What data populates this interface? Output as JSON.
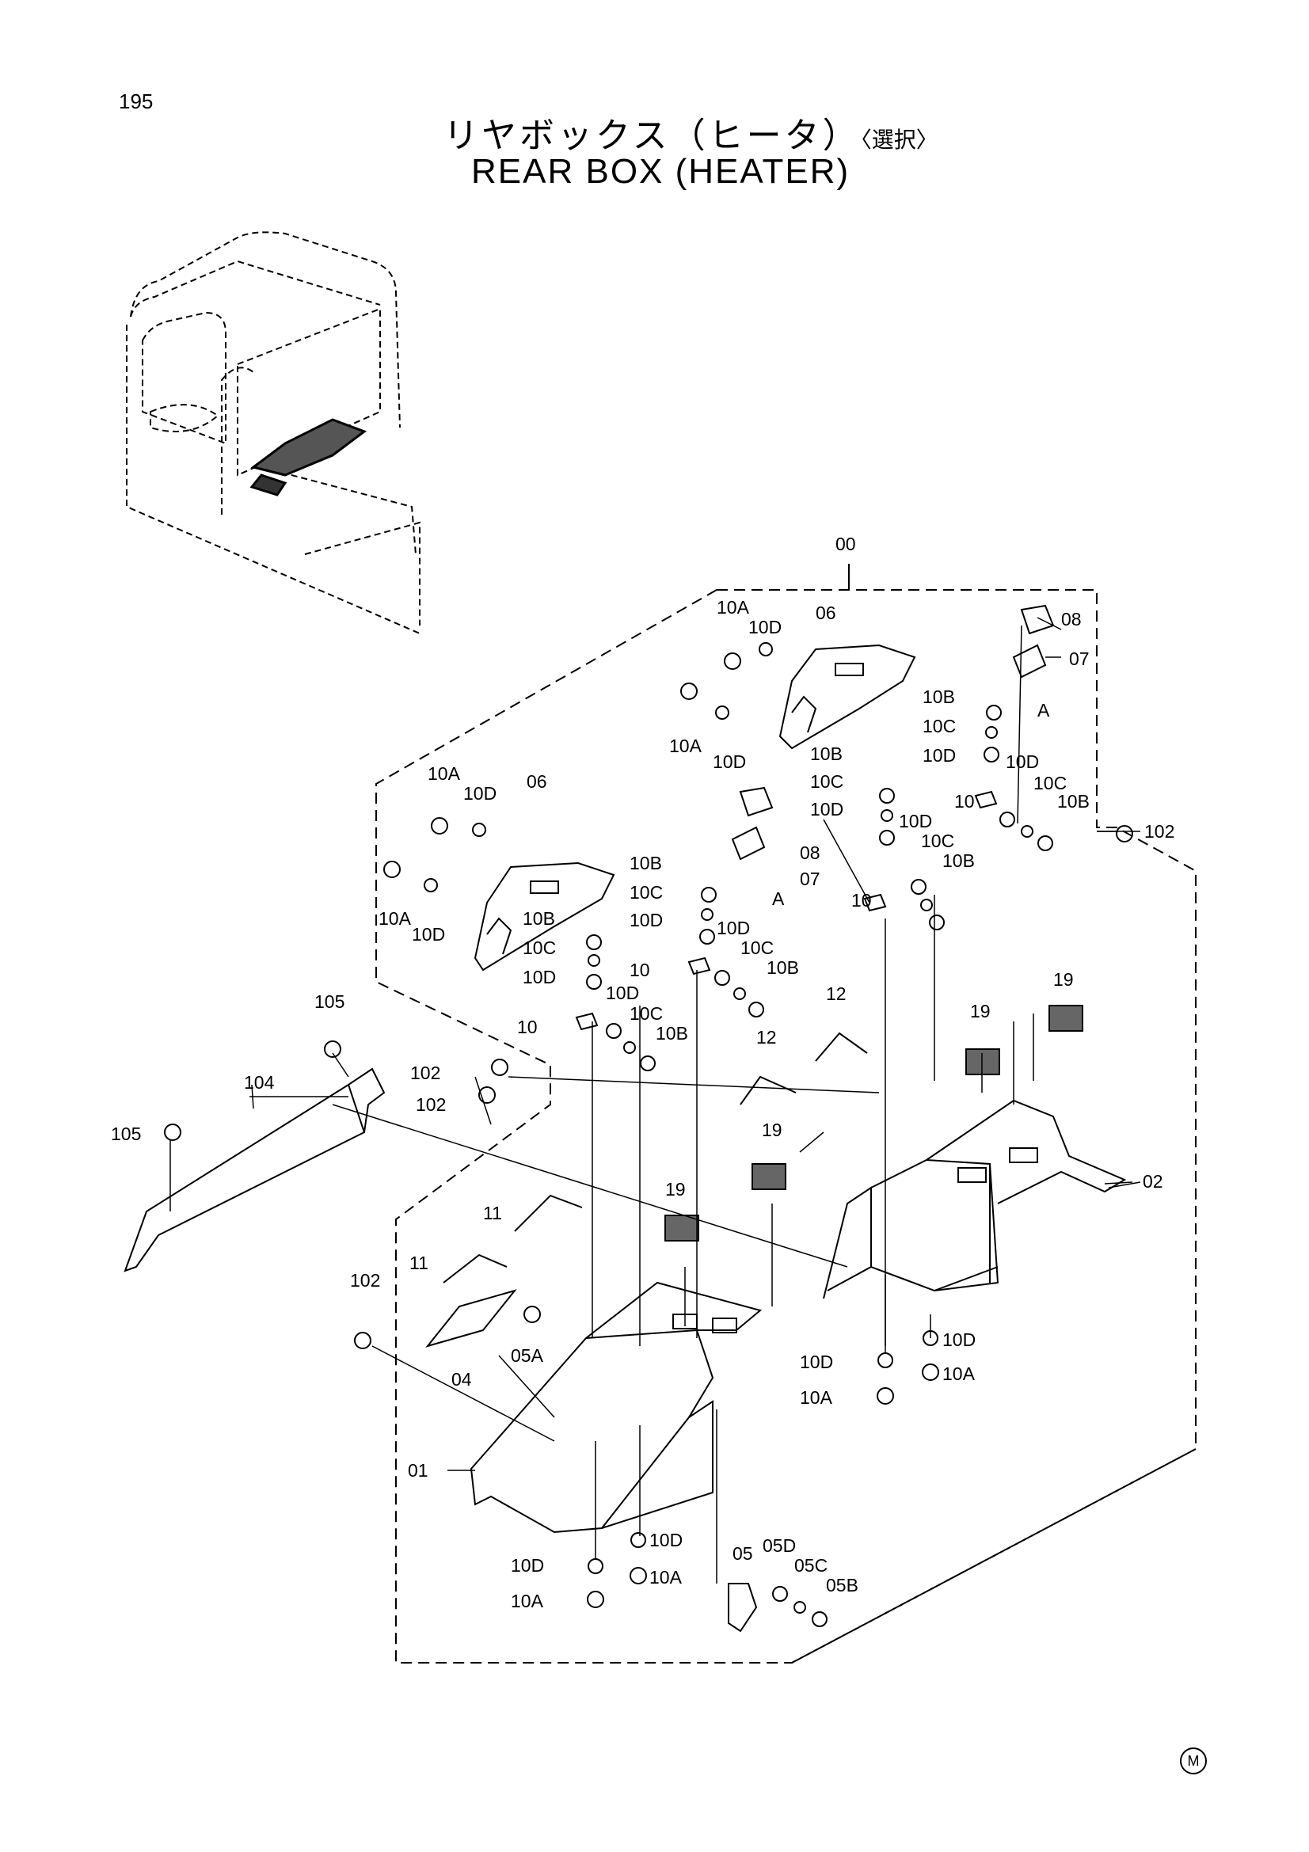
{
  "page_number": "195",
  "title_jp": "リヤボックス（ヒータ）",
  "title_jp_sub": "〈選択〉",
  "title_en": "REAR BOX (HEATER)",
  "footer_mark": "M",
  "callouts": {
    "c00": "00",
    "c01": "01",
    "c02": "02",
    "c04": "04",
    "c05": "05",
    "c05A": "05A",
    "c05B": "05B",
    "c05C": "05C",
    "c05D": "05D",
    "c06a": "06",
    "c06b": "06",
    "c07a": "07",
    "c07b": "07",
    "c08a": "08",
    "c08b": "08",
    "c10a": "10",
    "c10b": "10",
    "c10c": "10",
    "c10d": "10",
    "c10A_1": "10A",
    "c10A_2": "10A",
    "c10A_3": "10A",
    "c10A_4": "10A",
    "c10A_5": "10A",
    "c10A_6": "10A",
    "c10A_7": "10A",
    "c10B_1": "10B",
    "c10B_2": "10B",
    "c10B_3": "10B",
    "c10B_4": "10B",
    "c10B_5": "10B",
    "c10B_6": "10B",
    "c10B_7": "10B",
    "c10B_8": "10B",
    "c10C_1": "10C",
    "c10C_2": "10C",
    "c10C_3": "10C",
    "c10C_4": "10C",
    "c10C_5": "10C",
    "c10C_6": "10C",
    "c10C_7": "10C",
    "c10C_8": "10C",
    "c10D_1": "10D",
    "c10D_2": "10D",
    "c10D_3": "10D",
    "c10D_4": "10D",
    "c10D_5": "10D",
    "c10D_6": "10D",
    "c10D_7": "10D",
    "c10D_8": "10D",
    "c10D_9": "10D",
    "c10D_10": "10D",
    "c10D_11": "10D",
    "c10D_12": "10D",
    "c10D_13": "10D",
    "c10D_14": "10D",
    "c10D_15": "10D",
    "c10D_16": "10D",
    "c11a": "11",
    "c11b": "11",
    "c12a": "12",
    "c12b": "12",
    "c19a": "19",
    "c19b": "19",
    "c19c": "19",
    "c19d": "19",
    "c102a": "102",
    "c102b": "102",
    "c102c": "102",
    "c102d": "102",
    "c104": "104",
    "c105a": "105",
    "c105b": "105",
    "cA1": "A",
    "cA2": "A"
  }
}
